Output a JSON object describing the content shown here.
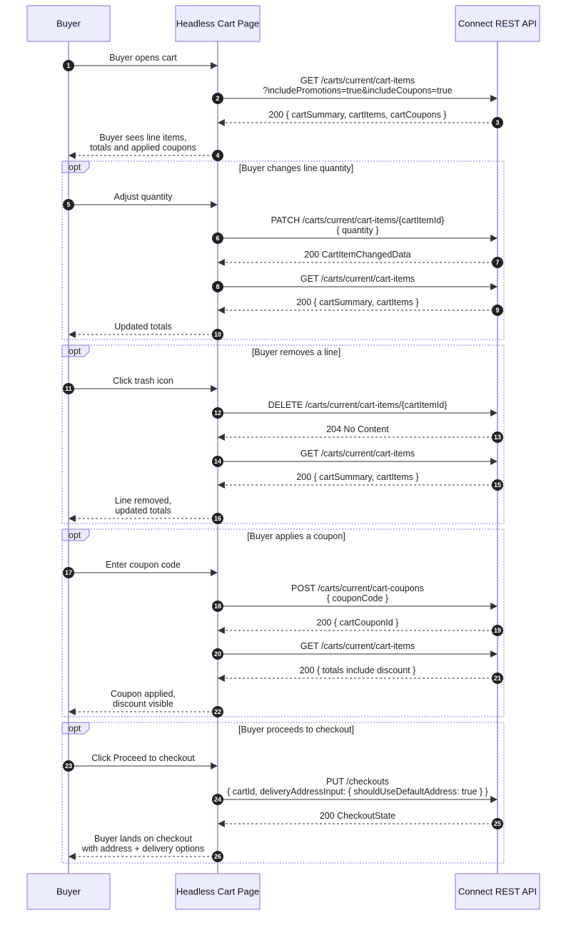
{
  "actors": [
    {
      "id": "buyer",
      "label": "Buyer"
    },
    {
      "id": "cart",
      "label": "Headless Cart Page"
    },
    {
      "id": "api",
      "label": "Connect REST API"
    }
  ],
  "frames": [
    {
      "label": "opt",
      "condition": "[Buyer changes line quantity]",
      "first": 5,
      "last": 10
    },
    {
      "label": "opt",
      "condition": "[Buyer removes a line]",
      "first": 11,
      "last": 16
    },
    {
      "label": "opt",
      "condition": "[Buyer applies a coupon]",
      "first": 17,
      "last": 22
    },
    {
      "label": "opt",
      "condition": "[Buyer proceeds to checkout]",
      "first": 23,
      "last": 26
    }
  ],
  "messages": [
    {
      "num": 1,
      "from": "buyer",
      "to": "cart",
      "dashed": false,
      "lines": [
        "Buyer opens cart"
      ]
    },
    {
      "num": 2,
      "from": "cart",
      "to": "api",
      "dashed": false,
      "lines": [
        "GET /carts/current/cart-items",
        "?includePromotions=true&includeCoupons=true"
      ]
    },
    {
      "num": 3,
      "from": "api",
      "to": "cart",
      "dashed": true,
      "lines": [
        "200 { cartSummary, cartItems, cartCoupons }"
      ]
    },
    {
      "num": 4,
      "from": "cart",
      "to": "buyer",
      "dashed": true,
      "lines": [
        "Buyer sees line items,",
        "totals and applied coupons"
      ]
    },
    {
      "num": 5,
      "from": "buyer",
      "to": "cart",
      "dashed": false,
      "lines": [
        "Adjust quantity"
      ]
    },
    {
      "num": 6,
      "from": "cart",
      "to": "api",
      "dashed": false,
      "lines": [
        "PATCH /carts/current/cart-items/{cartItemId}",
        "{ quantity }"
      ]
    },
    {
      "num": 7,
      "from": "api",
      "to": "cart",
      "dashed": true,
      "lines": [
        "200 CartItemChangedData"
      ]
    },
    {
      "num": 8,
      "from": "cart",
      "to": "api",
      "dashed": false,
      "lines": [
        "GET /carts/current/cart-items"
      ]
    },
    {
      "num": 9,
      "from": "api",
      "to": "cart",
      "dashed": true,
      "lines": [
        "200 { cartSummary, cartItems }"
      ]
    },
    {
      "num": 10,
      "from": "cart",
      "to": "buyer",
      "dashed": true,
      "lines": [
        "Updated totals"
      ]
    },
    {
      "num": 11,
      "from": "buyer",
      "to": "cart",
      "dashed": false,
      "lines": [
        "Click trash icon"
      ]
    },
    {
      "num": 12,
      "from": "cart",
      "to": "api",
      "dashed": false,
      "lines": [
        "DELETE /carts/current/cart-items/{cartItemId}"
      ]
    },
    {
      "num": 13,
      "from": "api",
      "to": "cart",
      "dashed": true,
      "lines": [
        "204 No Content"
      ]
    },
    {
      "num": 14,
      "from": "cart",
      "to": "api",
      "dashed": false,
      "lines": [
        "GET /carts/current/cart-items"
      ]
    },
    {
      "num": 15,
      "from": "api",
      "to": "cart",
      "dashed": true,
      "lines": [
        "200 { cartSummary, cartItems }"
      ]
    },
    {
      "num": 16,
      "from": "cart",
      "to": "buyer",
      "dashed": true,
      "lines": [
        "Line removed,",
        "updated totals"
      ]
    },
    {
      "num": 17,
      "from": "buyer",
      "to": "cart",
      "dashed": false,
      "lines": [
        "Enter coupon code"
      ]
    },
    {
      "num": 18,
      "from": "cart",
      "to": "api",
      "dashed": false,
      "lines": [
        "POST /carts/current/cart-coupons",
        "{ couponCode }"
      ]
    },
    {
      "num": 19,
      "from": "api",
      "to": "cart",
      "dashed": true,
      "lines": [
        "200 { cartCouponId }"
      ]
    },
    {
      "num": 20,
      "from": "cart",
      "to": "api",
      "dashed": false,
      "lines": [
        "GET /carts/current/cart-items"
      ]
    },
    {
      "num": 21,
      "from": "api",
      "to": "cart",
      "dashed": true,
      "lines": [
        "200 { totals include discount }"
      ]
    },
    {
      "num": 22,
      "from": "cart",
      "to": "buyer",
      "dashed": true,
      "lines": [
        "Coupon applied,",
        "discount visible"
      ]
    },
    {
      "num": 23,
      "from": "buyer",
      "to": "cart",
      "dashed": false,
      "lines": [
        "Click Proceed to checkout"
      ]
    },
    {
      "num": 24,
      "from": "cart",
      "to": "api",
      "dashed": false,
      "lines": [
        "PUT /checkouts",
        "{ cartId, deliveryAddressInput: { shouldUseDefaultAddress: true } }"
      ]
    },
    {
      "num": 25,
      "from": "api",
      "to": "cart",
      "dashed": true,
      "lines": [
        "200 CheckoutState"
      ]
    },
    {
      "num": 26,
      "from": "cart",
      "to": "buyer",
      "dashed": true,
      "lines": [
        "Buyer lands on checkout",
        "with address + delivery options"
      ]
    }
  ]
}
